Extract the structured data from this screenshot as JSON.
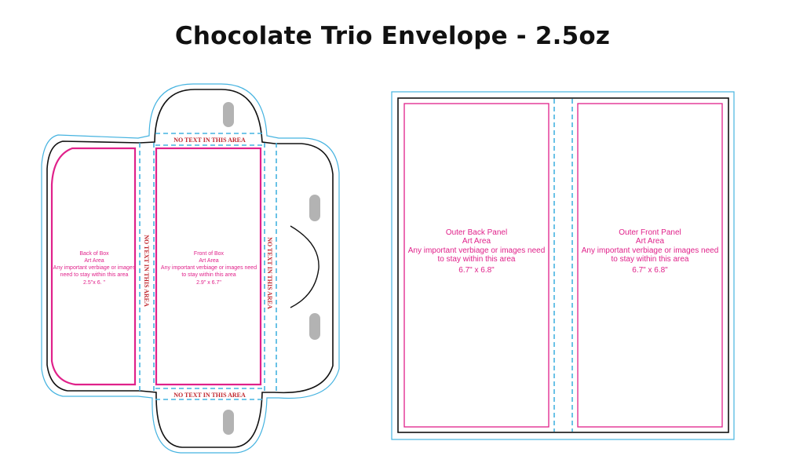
{
  "title": "Chocolate Trio Envelope - 2.5oz",
  "colors": {
    "bleed": "#45b3e0",
    "cut": "#111111",
    "safe": "#e0218a",
    "fold": "#45b3e0",
    "warning_text": "#c0262d",
    "slot": "#b3b3b3"
  },
  "envelope": {
    "warning": "NO TEXT IN THIS AREA",
    "back_panel": {
      "title": "Back of Box",
      "subtitle": "Art Area",
      "note_line1": "Any important verbiage or images",
      "note_line2": "need to stay within this area",
      "dims": "2.5\"x 6.  \""
    },
    "front_panel": {
      "title": "Front of Box",
      "subtitle": "Art Area",
      "note_line1": "Any important verbiage or images need",
      "note_line2": "to stay within this area",
      "dims": "2.9\" x 6.7\""
    }
  },
  "sleeve": {
    "outer_back": {
      "title": "Outer Back Panel",
      "subtitle": "Art Area",
      "note_line1": "Any important verbiage or images need",
      "note_line2": "to stay within this area",
      "dims": "6.7\" x 6.8\""
    },
    "outer_front": {
      "title": "Outer Front Panel",
      "subtitle": "Art Area",
      "note_line1": "Any important verbiage or images need",
      "note_line2": "to stay within this area",
      "dims": "6.7\" x 6.8\""
    }
  }
}
